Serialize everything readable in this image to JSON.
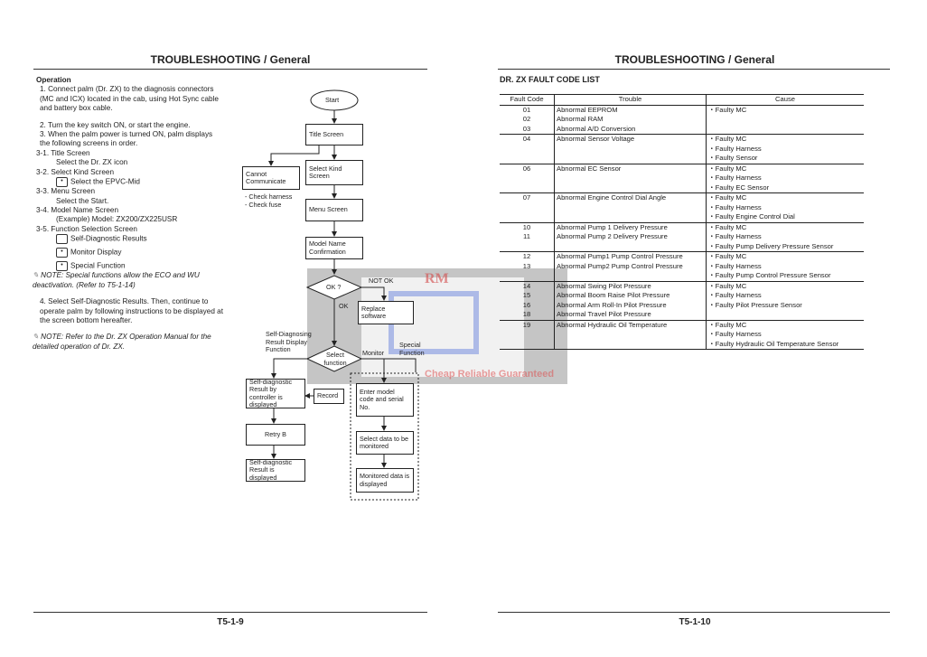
{
  "left_page": {
    "header": "TROUBLESHOOTING / General",
    "footer": "T5-1-9",
    "operation": {
      "title": "Operation",
      "steps": [
        "1. Connect palm (Dr. ZX) to the diagnosis connectors (MC and ICX) located in the cab, using Hot Sync cable and battery box cable.",
        "2. Turn the key switch ON, or start the engine.",
        "3. When the palm power is turned ON, palm displays the following screens in order."
      ],
      "sub": [
        {
          "n": "3-1. Title Screen",
          "d": "Select the Dr. ZX icon"
        },
        {
          "n": "3-2. Select Kind Screen",
          "d": "Select the EPVC-Mid"
        },
        {
          "n": "3-3. Menu Screen",
          "d": "Select the Start."
        },
        {
          "n": "3-4. Model Name Screen",
          "d": "(Example) Model: ZX200/ZX225USR"
        },
        {
          "n": "3-5. Function Selection Screen"
        }
      ],
      "functions": [
        "Self-Diagnostic Results",
        "Monitor Display",
        "Special Function"
      ],
      "key_glyph": "•",
      "note1": "NOTE: Special functions allow the ECO and WU deactivation. (Refer to T5-1-14)",
      "step4": "4. Select Self-Diagnostic Results. Then, continue to operate palm by following instructions to be displayed at the screen bottom hereafter.",
      "note2": "NOTE: Refer to the Dr. ZX Operation Manual for the detailed operation of Dr. ZX."
    },
    "flowchart": {
      "start": "Start",
      "title": "Title Screen",
      "select_kind": "Select Kind Screen",
      "cannot": "Cannot Communicate",
      "check1": "- Check harness",
      "check2": "- Check fuse",
      "menu": "Menu Screen",
      "model": "Model Name Confirmation",
      "ok_q": "OK ?",
      "not_ok": "NOT OK",
      "ok": "OK",
      "replace": "Replace software",
      "select_fn": "Select function",
      "self_diag_fn": "Self-Diagnosing Result Display Function",
      "monitor": "Monitor",
      "special": "Special Function",
      "self_ctrl": "Self-diagnostic Result by controller is displayed",
      "record": "Record",
      "retry": "Retry B",
      "self_disp": "Self-diagnostic Result is displayed",
      "enter_model": "Enter model code and serial No.",
      "select_data": "Select data to be monitored",
      "monitored": "Monitored data is displayed"
    },
    "watermark": {
      "logo": "RM",
      "text": "Cheap Reliable Guaranteed"
    }
  },
  "right_page": {
    "header": "TROUBLESHOOTING / General",
    "footer": "T5-1-10",
    "section_title": "DR. ZX FAULT CODE LIST",
    "table": {
      "columns": [
        "Fault Code",
        "Trouble",
        "Cause"
      ],
      "groups": [
        {
          "codes": [
            "01",
            "02",
            "03"
          ],
          "trouble": [
            "Abnormal EEPROM",
            "Abnormal RAM",
            "Abnormal A/D Conversion"
          ],
          "cause": [
            "・Faulty MC"
          ]
        },
        {
          "codes": [
            "04"
          ],
          "trouble": [
            "Abnormal Sensor Voltage"
          ],
          "cause": [
            "・Faulty MC",
            "・Faulty Harness",
            "・Faulty Sensor"
          ]
        },
        {
          "codes": [
            "06"
          ],
          "trouble": [
            "Abnormal EC Sensor"
          ],
          "cause": [
            "・Faulty MC",
            "・Faulty Harness",
            "・Faulty EC Sensor"
          ]
        },
        {
          "codes": [
            "07"
          ],
          "trouble": [
            "Abnormal Engine Control Dial Angle"
          ],
          "cause": [
            "・Faulty MC",
            "・Faulty Harness",
            "・Faulty Engine Control Dial"
          ]
        },
        {
          "codes": [
            "10",
            "11"
          ],
          "trouble": [
            "Abnormal Pump 1 Delivery Pressure",
            "Abnormal Pump 2 Delivery Pressure"
          ],
          "cause": [
            "・Faulty MC",
            "・Faulty Harness",
            "・Faulty Pump Delivery Pressure Sensor"
          ]
        },
        {
          "codes": [
            "12",
            "13"
          ],
          "trouble": [
            "Abnormal Pump1 Pump Control Pressure",
            "Abnormal Pump2 Pump Control Pressure"
          ],
          "cause": [
            "・Faulty MC",
            "・Faulty Harness",
            "・Faulty Pump Control Pressure Sensor"
          ]
        },
        {
          "codes": [
            "14",
            "15",
            "16",
            "18"
          ],
          "trouble": [
            "Abnormal Swing Pilot Pressure",
            "Abnormal Boom Raise Pilot Pressure",
            "Abnormal Arm Roll-In Pilot Pressure",
            "Abnormal Travel Pilot Pressure"
          ],
          "cause": [
            "・Faulty MC",
            "・Faulty Harness",
            "・Faulty Pilot Pressure Sensor"
          ]
        },
        {
          "codes": [
            "19"
          ],
          "trouble": [
            "Abnormal Hydraulic Oil Temperature"
          ],
          "cause": [
            "・Faulty MC",
            "・Faulty Harness",
            "・Faulty Hydraulic Oil Temperature Sensor"
          ]
        }
      ]
    }
  }
}
